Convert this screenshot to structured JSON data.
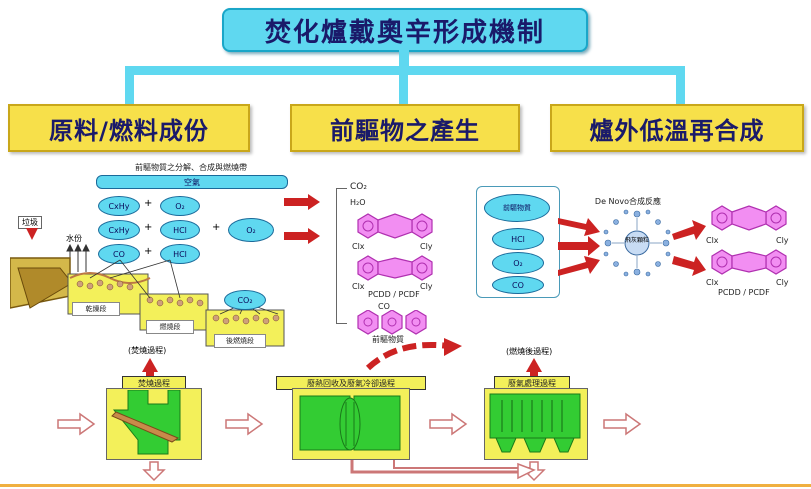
{
  "title": "焚化爐戴奧辛形成機制",
  "categories": [
    "原料/燃料成份",
    "前驅物之產生",
    "爐外低溫再合成"
  ],
  "left": {
    "top_note": "前驅物質之分解、合成與燃燒帶",
    "top_bar": "空氣",
    "feed_label": "垃圾",
    "steam_label": "水份",
    "ovals": [
      "CxHy",
      "O₂",
      "CxHy",
      "HCl",
      "O₂",
      "CO",
      "HCl",
      "CO₂"
    ],
    "zone_labels": [
      "乾燥段",
      "燃燒段",
      "後燃燒段"
    ]
  },
  "middle": {
    "co2": "CO₂",
    "h2o": "H₂O",
    "pcdd_label": "PCDD / PCDF",
    "co": "CO",
    "bottom_mol_label": "前驅物質",
    "clx": "Clx",
    "cly": "Cly"
  },
  "right": {
    "header": "De Novo合成反應",
    "ovals": [
      "前驅物質",
      "HCl",
      "O₂",
      "CO"
    ],
    "center_label": "飛灰顆粒",
    "pcdd_label": "PCDD / PCDF",
    "clx": "Clx",
    "cly": "Cly"
  },
  "bottom": {
    "stage_notes": [
      "(焚燒過程)",
      "(燃燒後過程)"
    ],
    "boxes": [
      "焚燒過程",
      "廢熱回收及廢氣冷卻過程",
      "廢氣處理過程"
    ]
  },
  "colors": {
    "title_fill": "#5fd8f0",
    "category_fill": "#f7e04a",
    "molecule": "#e060e0",
    "equipment": "#33cc33",
    "arrow": "#cc2222"
  }
}
